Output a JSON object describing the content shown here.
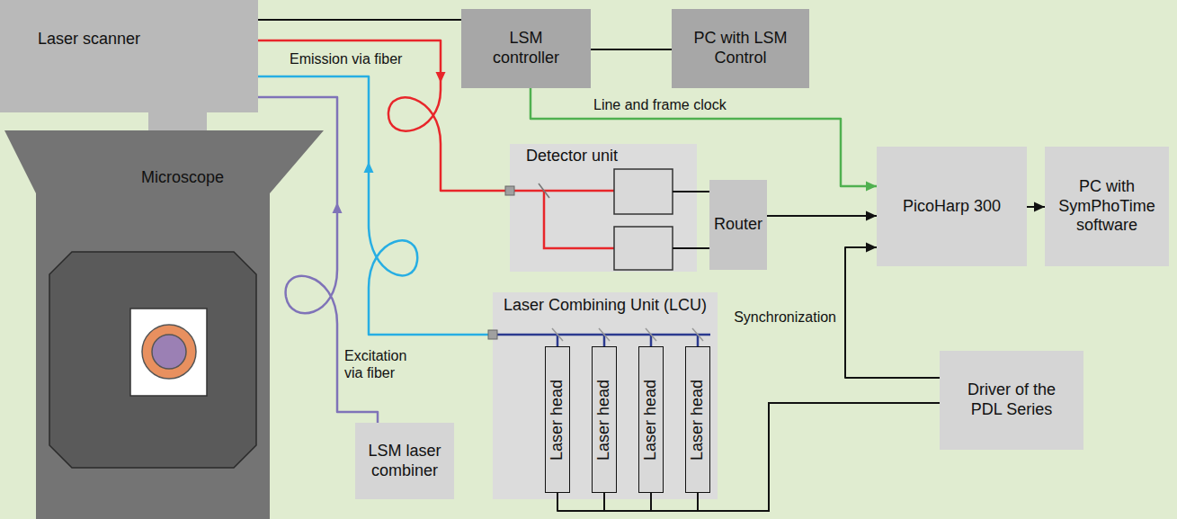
{
  "diagram": {
    "nodes": [
      {
        "text": [
          "Laser scanner"
        ]
      },
      {
        "text": [
          "LSM controller"
        ]
      },
      {
        "text": [
          "PC with LSM Control"
        ]
      },
      {
        "text": [
          "Microscope"
        ]
      },
      {
        "text": [
          "Detector unit"
        ]
      },
      {
        "text": [
          "Router"
        ]
      },
      {
        "text": [
          "PicoHarp 300"
        ]
      },
      {
        "text": [
          "PC with SymPhoTime software"
        ]
      },
      {
        "text": [
          "Laser Combining Unit (LCU)"
        ]
      },
      {
        "text": [
          "Laser head"
        ],
        "in": 8
      },
      {
        "text": [
          "Laser head"
        ],
        "in": 8
      },
      {
        "text": [
          "Laser head"
        ],
        "in": 8
      },
      {
        "text": [
          "Laser head"
        ],
        "in": 8
      },
      {
        "text": [
          "Driver of the PDL Series"
        ]
      },
      {
        "text": [
          "LSM laser combiner"
        ]
      }
    ],
    "edges": [
      {
        "from": 0,
        "to": 1,
        "arrow": "none"
      },
      {
        "from": 1,
        "to": 2,
        "arrow": "none"
      },
      {
        "from": 0,
        "to": 4,
        "arrow": "to",
        "label": "Emission via fiber"
      },
      {
        "from": 8,
        "to": 0,
        "arrow": "to"
      },
      {
        "from": 14,
        "to": 0,
        "arrow": "to",
        "label": "Excitation via fiber"
      },
      {
        "from": 1,
        "to": 6,
        "arrow": "to",
        "label": "Line and frame clock"
      },
      {
        "from": 4,
        "to": 5,
        "arrow": "none"
      },
      {
        "from": 5,
        "to": 6,
        "arrow": "to"
      },
      {
        "from": 6,
        "to": 7,
        "arrow": "to"
      },
      {
        "from": 13,
        "to": 6,
        "arrow": "to",
        "label": "Synchronization"
      },
      {
        "from": 13,
        "to": 9,
        "arrow": "none"
      },
      {
        "from": 13,
        "to": 10,
        "arrow": "none"
      },
      {
        "from": 13,
        "to": 11,
        "arrow": "none"
      },
      {
        "from": 13,
        "to": 12,
        "arrow": "none"
      }
    ]
  }
}
